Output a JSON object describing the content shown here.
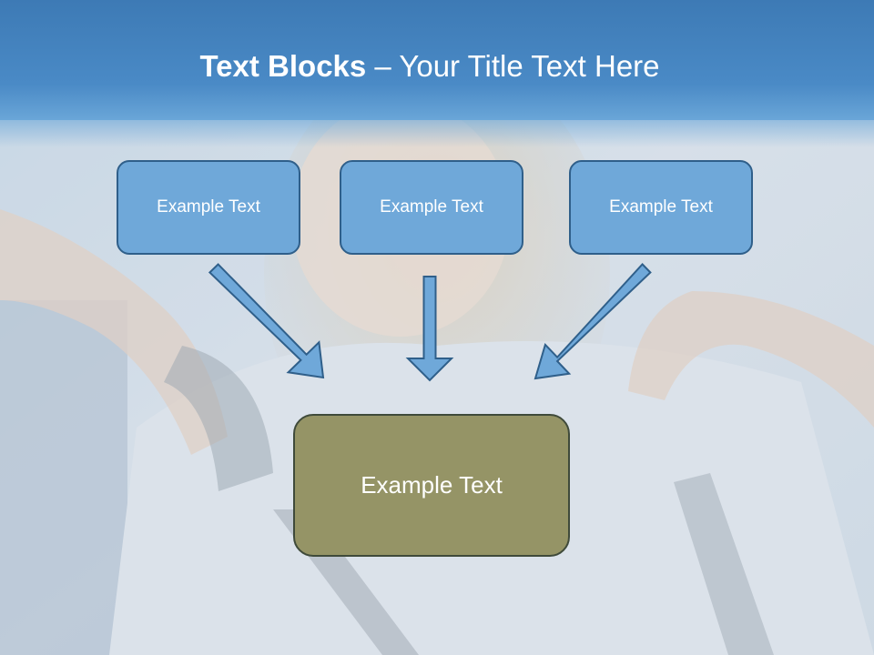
{
  "title": {
    "bold": "Text Blocks",
    "separator": " – ",
    "rest": "Your Title Text Here"
  },
  "boxes": {
    "left": "Example Text",
    "center": "Example Text",
    "right": "Example Text",
    "main": "Example Text"
  },
  "colors": {
    "title_band": "#4a8ac6",
    "box_fill": "#6fa8d9",
    "box_border": "#2f5f8a",
    "main_box_fill": "#959466",
    "arrow_fill": "#6fa8d9"
  }
}
